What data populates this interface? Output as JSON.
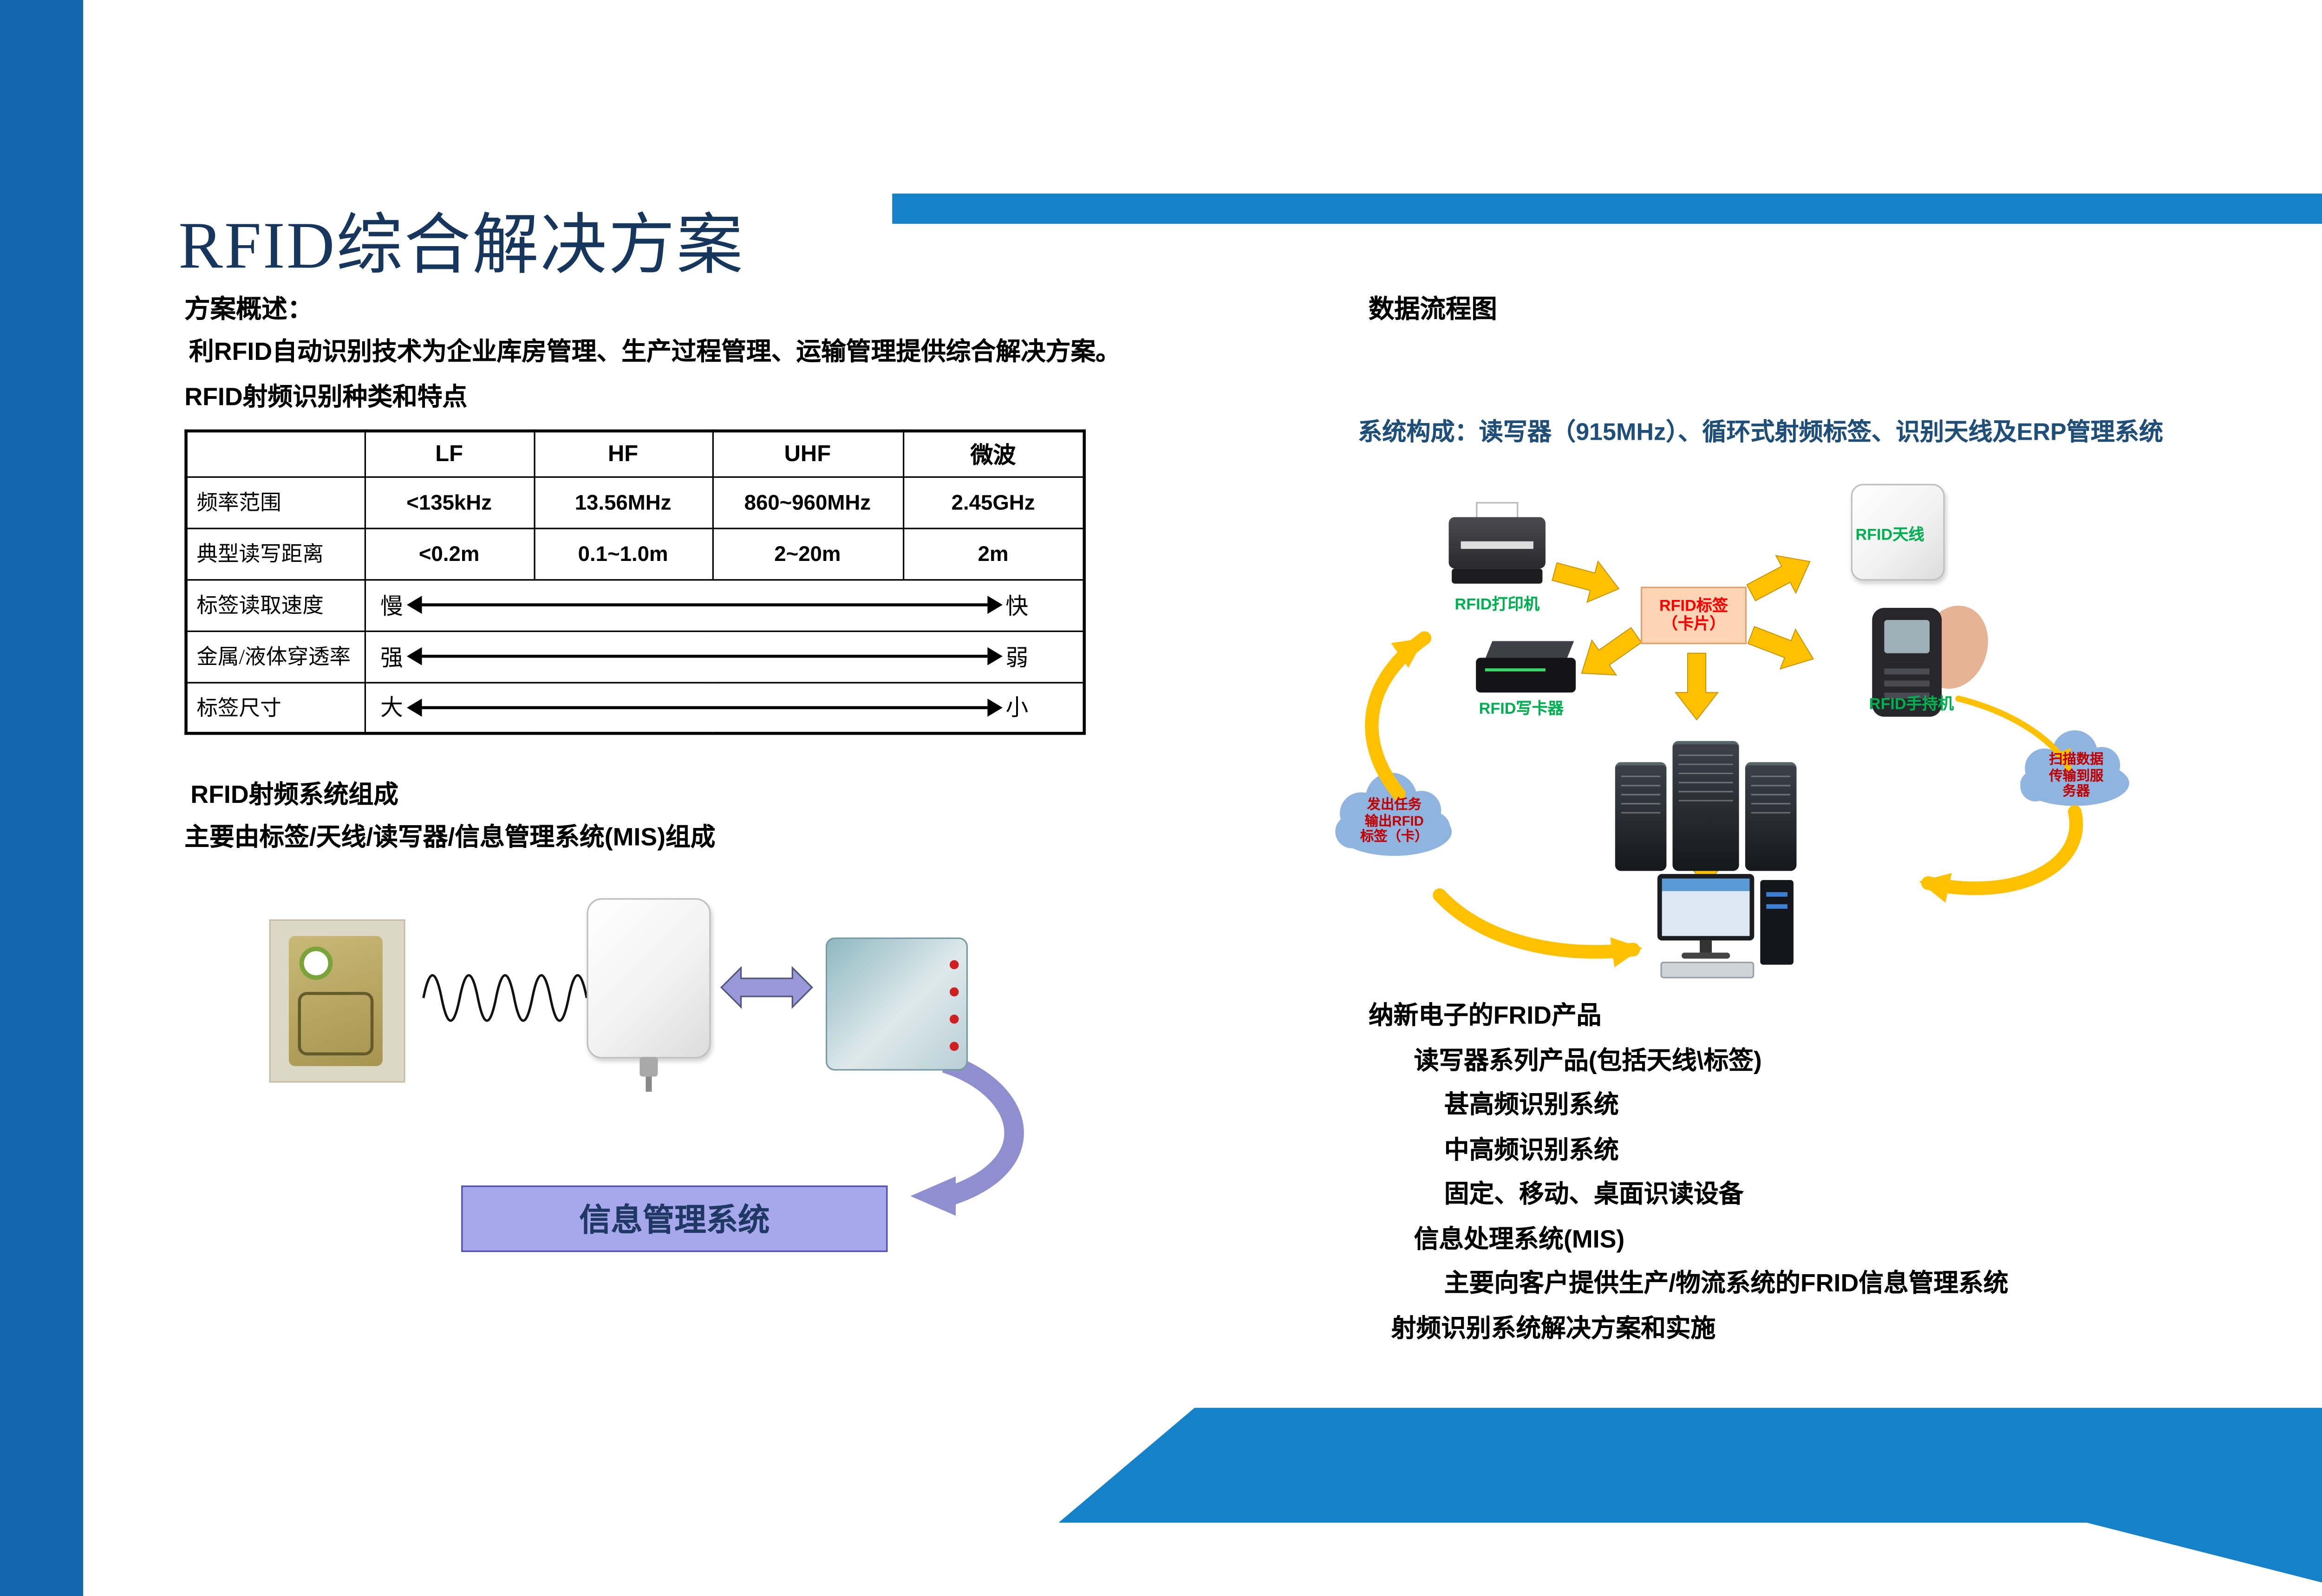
{
  "colors": {
    "accent_blue": "#1581C8",
    "sidebar_blue": "#1467AE",
    "title_navy": "#17365D",
    "heading_blue": "#1F4E79",
    "green_label": "#00B050",
    "gold_arrow": "#FFC000",
    "cloud_blue": "#8FB4E0",
    "tag_box_fill": "#FBD5B5",
    "tag_text_red": "#FF0000",
    "mis_fill": "#A7A7EC"
  },
  "title": "RFID综合解决方案",
  "left": {
    "overview_label": "方案概述：",
    "overview_text": "利RFID自动识别技术为企业库房管理、生产过程管理、运输管理提供综合解决方案。",
    "table_caption": "RFID射频识别种类和特点",
    "table": {
      "headers": [
        "LF",
        "HF",
        "UHF",
        "微波"
      ],
      "rows": [
        {
          "label": "频率范围",
          "values": [
            "<135kHz",
            "13.56MHz",
            "860~960MHz",
            "2.45GHz"
          ]
        },
        {
          "label": "典型读写距离",
          "values": [
            "<0.2m",
            "0.1~1.0m",
            "2~20m",
            "2m"
          ]
        },
        {
          "label": "标签读取速度",
          "left": "慢",
          "right": "快"
        },
        {
          "label": "金属/液体穿透率",
          "left": "强",
          "right": "弱"
        },
        {
          "label": "标签尺寸",
          "left": "大",
          "right": "小"
        }
      ]
    },
    "system_heading": "RFID射频系统组成",
    "system_text": "主要由标签/天线/读写器/信息管理系统(MIS)组成",
    "mis_box": "信息管理系统"
  },
  "right": {
    "flow_heading": "数据流程图",
    "system_line": "系统构成：读写器（915MHz）、循环式射频标签、识别天线及ERP管理系统",
    "labels": {
      "printer": "RFID打印机",
      "tag_line1": "RFID标签",
      "tag_line2": "（卡片）",
      "antenna": "RFID天线",
      "writer": "RFID写卡器",
      "handheld": "RFID手持机",
      "cloud_left": [
        "发出任务",
        "输出RFID",
        "标签（卡）"
      ],
      "cloud_right": [
        "扫描数据",
        "传输到服",
        "务器"
      ]
    },
    "products": [
      {
        "text": "纳新电子的FRID产品"
      },
      {
        "text": "读写器系列产品(包括天线\\标签)"
      },
      {
        "text": "甚高频识别系统"
      },
      {
        "text": "中高频识别系统"
      },
      {
        "text": "固定、移动、桌面识读设备"
      },
      {
        "text": "信息处理系统(MIS)"
      },
      {
        "text": "主要向客户提供生产/物流系统的FRID信息管理系统"
      },
      {
        "text": "射频识别系统解决方案和实施"
      }
    ]
  }
}
